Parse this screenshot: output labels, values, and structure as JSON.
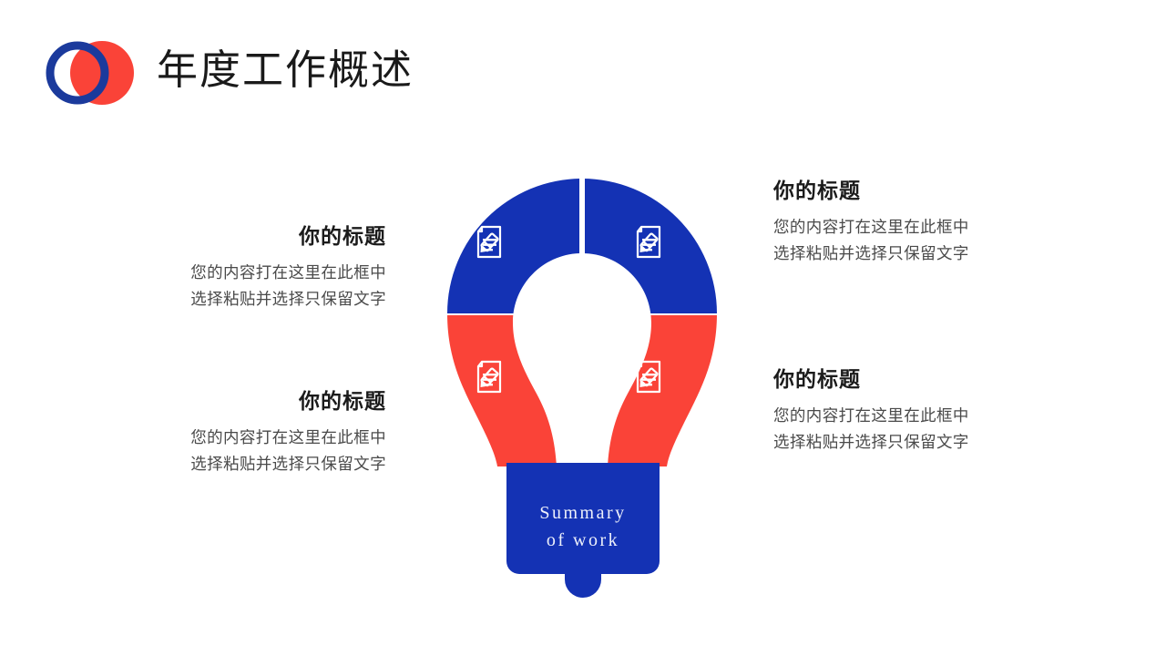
{
  "header": {
    "title": "年度工作概述",
    "logo": {
      "name": "overlapping-circles-logo",
      "ring_color": "#1b3a9c",
      "disc_color": "#fa4338"
    }
  },
  "blocks": [
    {
      "id": "top-left",
      "title": "你的标题",
      "lines": [
        "您的内容打在这里在此框中",
        "选择粘贴并选择只保留文字"
      ]
    },
    {
      "id": "bottom-left",
      "title": "你的标题",
      "lines": [
        "您的内容打在这里在此框中",
        "选择粘贴并选择只保留文字"
      ]
    },
    {
      "id": "top-right",
      "title": "你的标题",
      "lines": [
        "您的内容打在这里在此框中",
        "选择粘贴并选择只保留文字"
      ]
    },
    {
      "id": "bottom-right",
      "title": "你的标题",
      "lines": [
        "您的内容打在这里在此框中",
        "选择粘贴并选择只保留文字"
      ]
    }
  ],
  "diagram": {
    "name": "lightbulb-infographic",
    "base_label_line1": "Summary",
    "base_label_line2": "of work",
    "segments": [
      {
        "id": "top-left",
        "color": "#1432b4",
        "icon": "document-edit-icon"
      },
      {
        "id": "top-right",
        "color": "#1432b4",
        "icon": "document-edit-icon"
      },
      {
        "id": "bottom-left",
        "color": "#fa4338",
        "icon": "document-edit-icon"
      },
      {
        "id": "bottom-right",
        "color": "#fa4338",
        "icon": "document-edit-icon"
      }
    ],
    "base_color": "#1432b4"
  },
  "colors": {
    "blue": "#1432b4",
    "red": "#fa4338",
    "title_text": "#1a1a1a",
    "body_text": "#4a4a4a",
    "background": "#ffffff"
  }
}
